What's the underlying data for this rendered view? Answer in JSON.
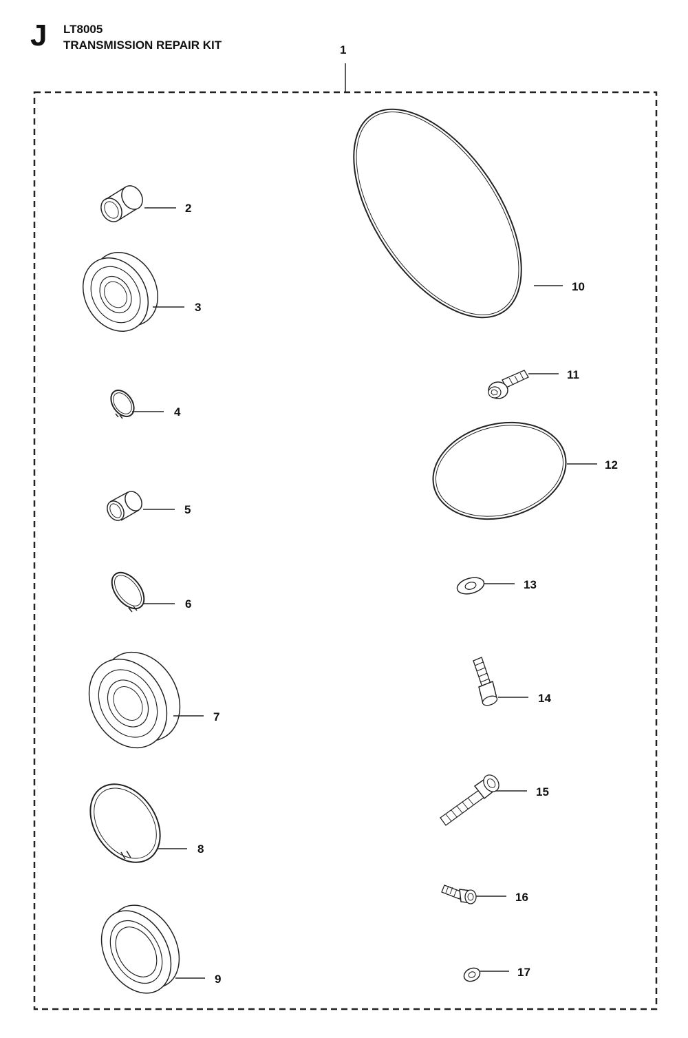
{
  "header": {
    "section_letter": "J",
    "model": "LT8005",
    "title": "TRANSMISSION REPAIR KIT"
  },
  "callouts": [
    "1",
    "2",
    "3",
    "4",
    "5",
    "6",
    "7",
    "8",
    "9",
    "10",
    "11",
    "12",
    "13",
    "14",
    "15",
    "16",
    "17"
  ]
}
